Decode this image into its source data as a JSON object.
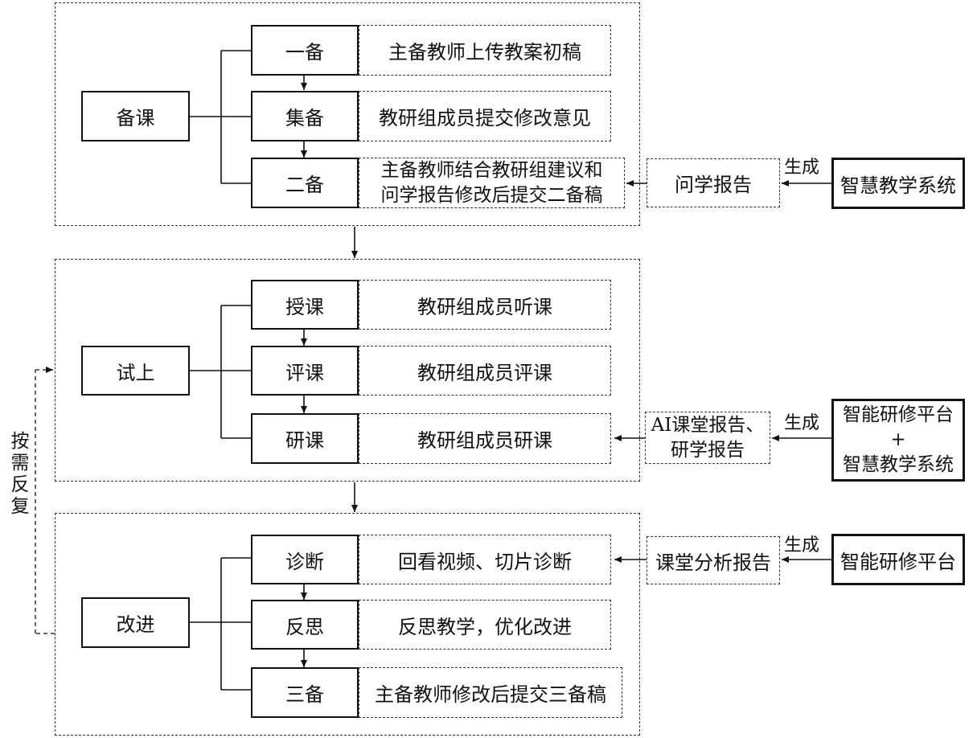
{
  "groups": [
    {
      "phase": "备课",
      "steps": [
        {
          "name": "一备",
          "desc": "主备教师上传教案初稿"
        },
        {
          "name": "集备",
          "desc": "教研组成员提交修改意见"
        },
        {
          "name": "二备",
          "desc_line1": "主备教师结合教研组建议和",
          "desc_line2": "问学报告修改后提交二备稿"
        }
      ],
      "report": "问学报告",
      "system": "智慧教学系统"
    },
    {
      "phase": "试上",
      "steps": [
        {
          "name": "授课",
          "desc": "教研组成员听课"
        },
        {
          "name": "评课",
          "desc": "教研组成员评课"
        },
        {
          "name": "研课",
          "desc": "教研组成员研课"
        }
      ],
      "report_line1": "AI课堂报告、",
      "report_line2": "研学报告",
      "system_line1": "智能研修平台",
      "system_line2": "+",
      "system_line3": "智慧教学系统"
    },
    {
      "phase": "改进",
      "steps": [
        {
          "name": "诊断",
          "desc": "回看视频、切片诊断"
        },
        {
          "name": "反思",
          "desc": "反思教学，优化改进"
        },
        {
          "name": "三备",
          "desc": "主备教师修改后提交三备稿"
        }
      ],
      "report": "课堂分析报告",
      "system": "智能研修平台"
    }
  ],
  "generate_label": "生成",
  "repeat_label": [
    "按",
    "需",
    "反",
    "复"
  ]
}
